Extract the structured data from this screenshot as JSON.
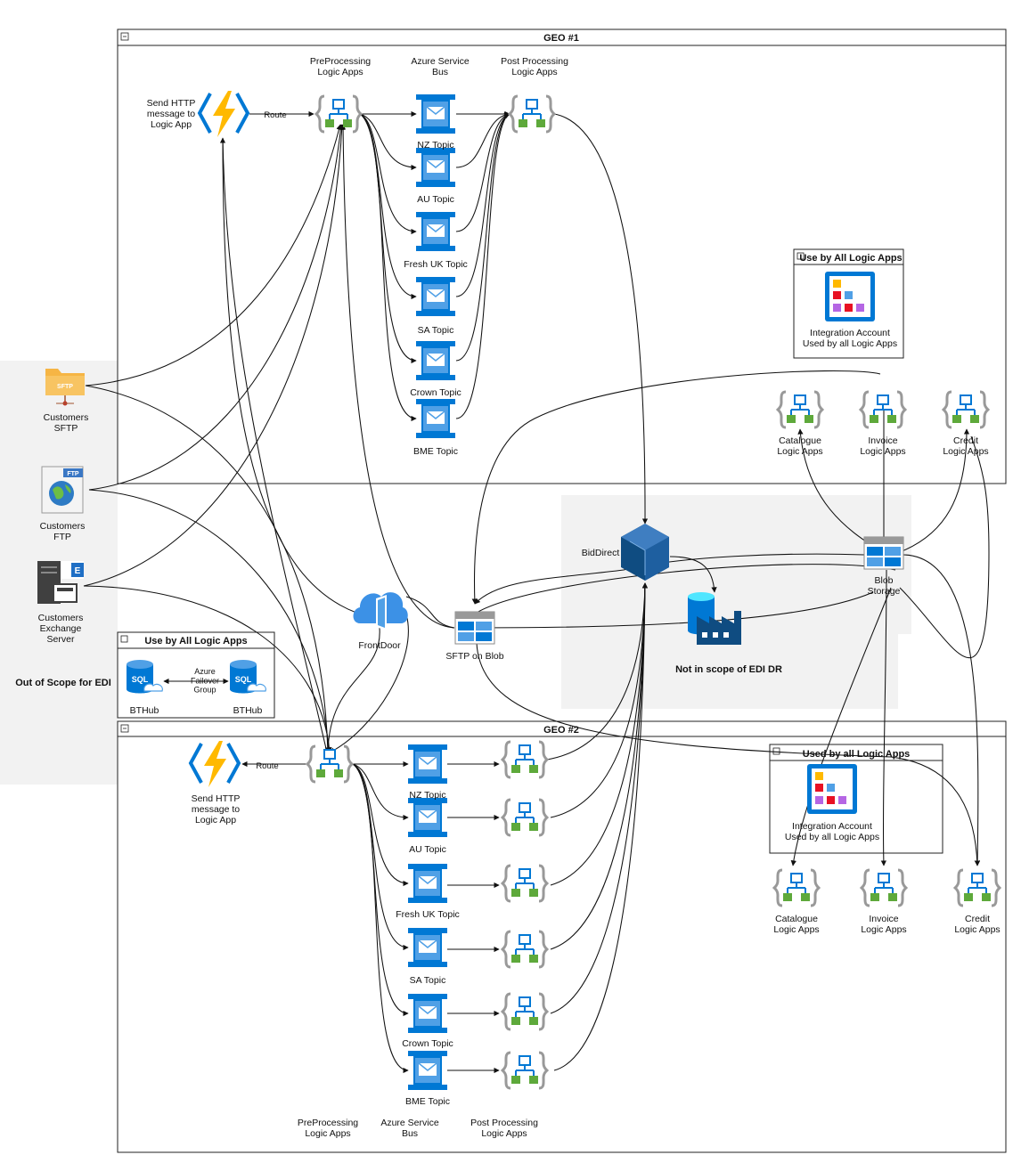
{
  "geo1": {
    "title": "GEO #1",
    "preprocessing": "PreProcessing\nLogic Apps",
    "servicebus": "Azure Service\nBus",
    "postprocessing": "Post Processing\nLogic Apps",
    "send_http": "Send HTTP\nmessage to\nLogic App",
    "route": "Route",
    "topics": [
      "NZ Topic",
      "AU Topic",
      "Fresh UK Topic",
      "SA Topic",
      "Crown Topic",
      "BME Topic"
    ],
    "integration_group_title": "Use by All Logic Apps",
    "integration_account": "Integration Account\nUsed by all Logic Apps",
    "catalogue": "Catalogue\nLogic Apps",
    "invoice": "Invoice\nLogic Apps",
    "credit": "Credit\nLogic Apps"
  },
  "geo2": {
    "title": "GEO #2",
    "preprocessing": "PreProcessing\nLogic Apps",
    "servicebus": "Azure Service\nBus",
    "postprocessing": "Post Processing\nLogic Apps",
    "send_http": "Send HTTP\nmessage to\nLogic App",
    "route": "Route",
    "topics": [
      "NZ Topic",
      "AU Topic",
      "Fresh UK Topic",
      "SA Topic",
      "Crown Topic",
      "BME Topic"
    ],
    "integration_group_title": "Used by all Logic Apps",
    "integration_account": "Integration Account\nUsed by all Logic Apps",
    "catalogue": "Catalogue\nLogic Apps",
    "invoice": "Invoice\nLogic Apps",
    "credit": "Credit\nLogic Apps"
  },
  "external": {
    "sftp_icon_text": "SFTP",
    "ftp_icon_text": "FTP",
    "customers_sftp": "Customers\nSFTP",
    "customers_ftp": "Customers\nFTP",
    "customers_exchange": "Customers\nExchange\nServer",
    "out_of_scope": "Out of Scope for EDI"
  },
  "sql_group": {
    "title": "Use by All Logic Apps",
    "db1": "BTHub",
    "db2": "BTHub",
    "failover": "Azure\nFailover\nGroup",
    "sql_icon_text": "SQL"
  },
  "middle": {
    "frontdoor": "FrontDoor",
    "sftp_on_blob": "SFTP on Blob",
    "biddirect": "BidDirect",
    "blob_storage": "Blob\nStorage",
    "not_in_scope": "Not in scope of EDI DR"
  },
  "colors": {
    "azure_blue": "#0078D4",
    "logic_green": "#5EA93B",
    "function_yellow": "#FFB900",
    "folder_orange": "#F6B544",
    "panel_gray": "#F2F2F2"
  }
}
